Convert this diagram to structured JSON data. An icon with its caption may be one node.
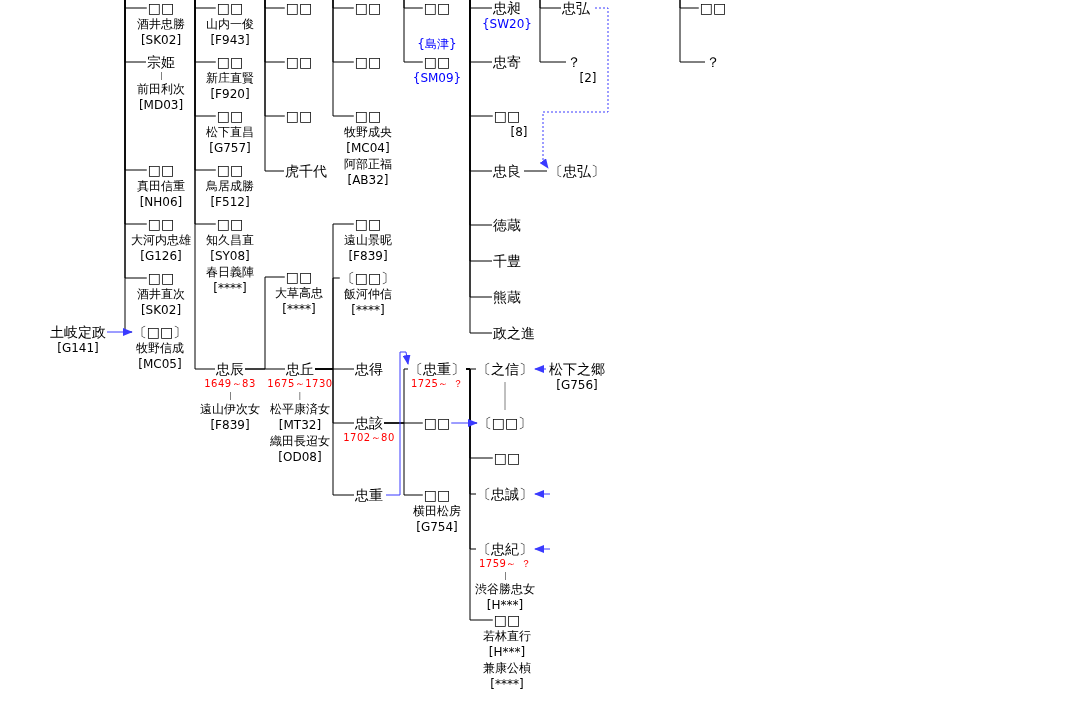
{
  "diagram": {
    "nodes": [
      {
        "text": [
          "土岐定政"
        ],
        "beside": [
          "[G141]"
        ]
      },
      {
        "text": [
          "□□"
        ],
        "beside": [
          "酒井忠勝",
          "[SK02]"
        ]
      },
      {
        "text": [
          "宗姫"
        ],
        "beside": [
          "前田利次",
          "[MD03]"
        ]
      },
      {
        "text": [
          "□□"
        ],
        "beside": [
          "真田信重",
          "[NH06]"
        ]
      },
      {
        "text": [
          "□□"
        ],
        "beside": [
          "大河内忠雄",
          "[G126]"
        ]
      },
      {
        "text": [
          "□□"
        ],
        "beside": [
          "酒井直次",
          "[SK02]"
        ]
      },
      {
        "text": [
          "〔□□〕"
        ],
        "beside": [
          "牧野信成",
          "[MC05]"
        ]
      },
      {
        "text": [
          "□□"
        ],
        "beside": [
          "山内一俊",
          "[F943]"
        ]
      },
      {
        "text": [
          "□□"
        ],
        "beside": [
          "新庄直賢",
          "[F920]"
        ]
      },
      {
        "text": [
          "□□"
        ],
        "beside": [
          "松下直昌",
          "[G757]"
        ]
      },
      {
        "text": [
          "□□"
        ],
        "beside": [
          "鳥居成勝",
          "[F512]"
        ]
      },
      {
        "text": [
          "□□"
        ],
        "beside": [
          "知久昌直",
          "[SY08]",
          "春日義陣",
          "[****]"
        ]
      },
      {
        "text": [
          "忠辰"
        ],
        "beside": [
          "1649～83",
          "遠山伊次女",
          "[F839]"
        ]
      },
      {
        "text": [
          "□□"
        ]
      },
      {
        "text": [
          "□□"
        ]
      },
      {
        "text": [
          "□□"
        ]
      },
      {
        "text": [
          "虎千代"
        ]
      },
      {
        "text": [
          "□□"
        ],
        "beside": [
          "大草高忠",
          "[****]"
        ]
      },
      {
        "text": [
          "忠丘"
        ],
        "beside": [
          "1675～1730",
          "松平康済女",
          "[MT32]",
          "織田長迢女",
          "[OD08]"
        ]
      },
      {
        "text": [
          "□□"
        ]
      },
      {
        "text": [
          "□□"
        ]
      },
      {
        "text": [
          "□□"
        ],
        "beside": [
          "牧野成央",
          "[MC04]",
          "阿部正福",
          "[AB32]"
        ]
      },
      {
        "text": [
          "□□"
        ],
        "beside": [
          "遠山景昵",
          "[F839]"
        ]
      },
      {
        "text": [
          "〔□□〕"
        ],
        "beside": [
          "飯河仲信",
          "[****]"
        ]
      },
      {
        "text": [
          "忠得"
        ]
      },
      {
        "text": [
          "忠該"
        ],
        "beside": [
          "1702～80"
        ]
      },
      {
        "text": [
          "忠重"
        ]
      },
      {
        "text": [
          "□□"
        ]
      },
      {
        "text": [
          "□□"
        ],
        "beside": [
          "{島津}",
          "{SM09}"
        ]
      },
      {
        "text": [
          "〔忠重〕"
        ],
        "beside": [
          "1725～ ？"
        ]
      },
      {
        "text": [
          "□□"
        ]
      },
      {
        "text": [
          "□□"
        ],
        "beside": [
          "横田松房",
          "[G754]"
        ]
      },
      {
        "text": [
          "忠昶"
        ],
        "beside": [
          "{SW20}"
        ]
      },
      {
        "text": [
          "忠寄"
        ]
      },
      {
        "text": [
          "□□"
        ],
        "beside": [
          "[8]"
        ]
      },
      {
        "text": [
          "忠良"
        ]
      },
      {
        "text": [
          "徳蔵"
        ]
      },
      {
        "text": [
          "千豊"
        ]
      },
      {
        "text": [
          "熊蔵"
        ]
      },
      {
        "text": [
          "政之進"
        ]
      },
      {
        "text": [
          "〔之信〕"
        ]
      },
      {
        "text": [
          "〔□□〕"
        ]
      },
      {
        "text": [
          "□□"
        ]
      },
      {
        "text": [
          "〔忠誠〕"
        ]
      },
      {
        "text": [
          "〔忠紀〕"
        ],
        "beside": [
          "1759～ ？",
          "渋谷勝忠女",
          "[H***]"
        ]
      },
      {
        "text": [
          "□□"
        ],
        "beside": [
          "若林直行",
          "[H***]",
          "兼康公楨",
          "[****]"
        ]
      },
      {
        "text": [
          "忠弘"
        ]
      },
      {
        "text": [
          "？"
        ],
        "beside": [
          "[2]"
        ]
      },
      {
        "text": [
          "〔忠弘〕"
        ]
      },
      {
        "text": [
          "松下之郷"
        ],
        "beside": [
          "[G756]"
        ]
      },
      {
        "text": [
          "□□"
        ]
      },
      {
        "text": [
          "？"
        ]
      }
    ],
    "edges": [
      {
        "from": null,
        "to": 1,
        "arrow": "none"
      },
      {
        "from": null,
        "to": 2,
        "arrow": "none"
      },
      {
        "from": null,
        "to": 3,
        "arrow": "none"
      },
      {
        "from": null,
        "to": 4,
        "arrow": "none"
      },
      {
        "from": null,
        "to": 5,
        "arrow": "none"
      },
      {
        "from": null,
        "to": 6,
        "arrow": "none"
      },
      {
        "from": 0,
        "to": 6,
        "arrow": "to",
        "color": "#3a3aff"
      },
      {
        "from": null,
        "to": 7,
        "arrow": "none"
      },
      {
        "from": null,
        "to": 8,
        "arrow": "none"
      },
      {
        "from": null,
        "to": 9,
        "arrow": "none"
      },
      {
        "from": null,
        "to": 10,
        "arrow": "none"
      },
      {
        "from": null,
        "to": 11,
        "arrow": "none"
      },
      {
        "from": null,
        "to": 12,
        "arrow": "none"
      },
      {
        "from": 12,
        "to": 17,
        "arrow": "none"
      },
      {
        "from": 12,
        "to": 18,
        "arrow": "none"
      },
      {
        "from": null,
        "to": 13,
        "arrow": "none"
      },
      {
        "from": null,
        "to": 14,
        "arrow": "none"
      },
      {
        "from": null,
        "to": 15,
        "arrow": "none"
      },
      {
        "from": null,
        "to": 16,
        "arrow": "none"
      },
      {
        "from": null,
        "to": 19,
        "arrow": "none"
      },
      {
        "from": null,
        "to": 20,
        "arrow": "none"
      },
      {
        "from": null,
        "to": 21,
        "arrow": "none"
      },
      {
        "from": 18,
        "to": 22,
        "arrow": "none"
      },
      {
        "from": 18,
        "to": 23,
        "arrow": "none"
      },
      {
        "from": 18,
        "to": 24,
        "arrow": "none"
      },
      {
        "from": 18,
        "to": 25,
        "arrow": "none"
      },
      {
        "from": 18,
        "to": 26,
        "arrow": "none"
      },
      {
        "from": null,
        "to": 27,
        "arrow": "none"
      },
      {
        "from": null,
        "to": 28,
        "arrow": "none"
      },
      {
        "from": 25,
        "to": 29,
        "arrow": "none"
      },
      {
        "from": 25,
        "to": 30,
        "arrow": "none"
      },
      {
        "from": 25,
        "to": 31,
        "arrow": "none"
      },
      {
        "from": 26,
        "to": 29,
        "arrow": "to",
        "color": "#3a3aff"
      },
      {
        "from": null,
        "to": 32,
        "arrow": "none"
      },
      {
        "from": null,
        "to": 33,
        "arrow": "none"
      },
      {
        "from": null,
        "to": 34,
        "arrow": "none"
      },
      {
        "from": null,
        "to": 35,
        "arrow": "none"
      },
      {
        "from": null,
        "to": 36,
        "arrow": "none"
      },
      {
        "from": null,
        "to": 37,
        "arrow": "none"
      },
      {
        "from": null,
        "to": 38,
        "arrow": "none"
      },
      {
        "from": null,
        "to": 39,
        "arrow": "none"
      },
      {
        "from": 29,
        "to": 40,
        "arrow": "none"
      },
      {
        "from": 29,
        "to": 41,
        "arrow": "none"
      },
      {
        "from": 29,
        "to": 42,
        "arrow": "none"
      },
      {
        "from": 29,
        "to": 43,
        "arrow": "none"
      },
      {
        "from": 29,
        "to": 44,
        "arrow": "none"
      },
      {
        "from": 29,
        "to": 45,
        "arrow": "none"
      },
      {
        "from": 30,
        "to": 41,
        "arrow": "to",
        "color": "#3a3aff"
      },
      {
        "from": null,
        "to": 46,
        "arrow": "none"
      },
      {
        "from": null,
        "to": 47,
        "arrow": "none"
      },
      {
        "from": 46,
        "to": 48,
        "arrow": "to",
        "style": "dashed",
        "color": "#3a3aff"
      },
      {
        "from": 35,
        "to": 48,
        "arrow": "none"
      },
      {
        "from": 49,
        "to": 40,
        "arrow": "to",
        "color": "#3a3aff"
      },
      {
        "from": null,
        "to": 43,
        "arrow": "to",
        "color": "#3a3aff"
      },
      {
        "from": null,
        "to": 44,
        "arrow": "to",
        "color": "#3a3aff"
      },
      {
        "from": 40,
        "to": 41,
        "arrow": "none",
        "color": "#808080"
      },
      {
        "from": null,
        "to": 50,
        "arrow": "none"
      },
      {
        "from": null,
        "to": 51,
        "arrow": "none"
      }
    ]
  }
}
